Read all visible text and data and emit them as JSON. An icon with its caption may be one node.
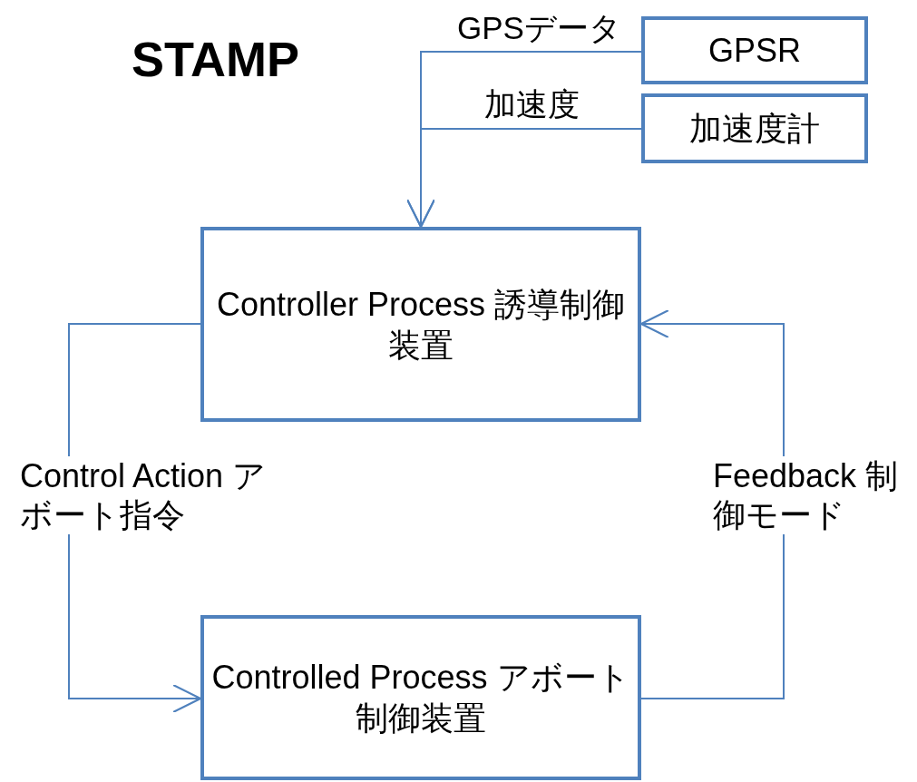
{
  "diagram": {
    "title": "STAMP",
    "nodes": [
      {
        "text": [
          "GPSR"
        ]
      },
      {
        "text": [
          "加速度計"
        ]
      },
      {
        "text": [
          "Controller Process 誘導制御装置"
        ]
      },
      {
        "text": [
          "Controlled Process アボート制御装置"
        ]
      }
    ],
    "edges": [
      {
        "from": 0,
        "to": 2,
        "arrow": "to",
        "label": "GPSデータ"
      },
      {
        "from": 1,
        "to": 2,
        "arrow": "to",
        "label": "加速度"
      },
      {
        "from": 2,
        "to": 3,
        "arrow": "to",
        "label": "Control Action アボート指令"
      },
      {
        "from": 3,
        "to": 2,
        "arrow": "to",
        "label": "Feedback 制御モード"
      }
    ]
  }
}
